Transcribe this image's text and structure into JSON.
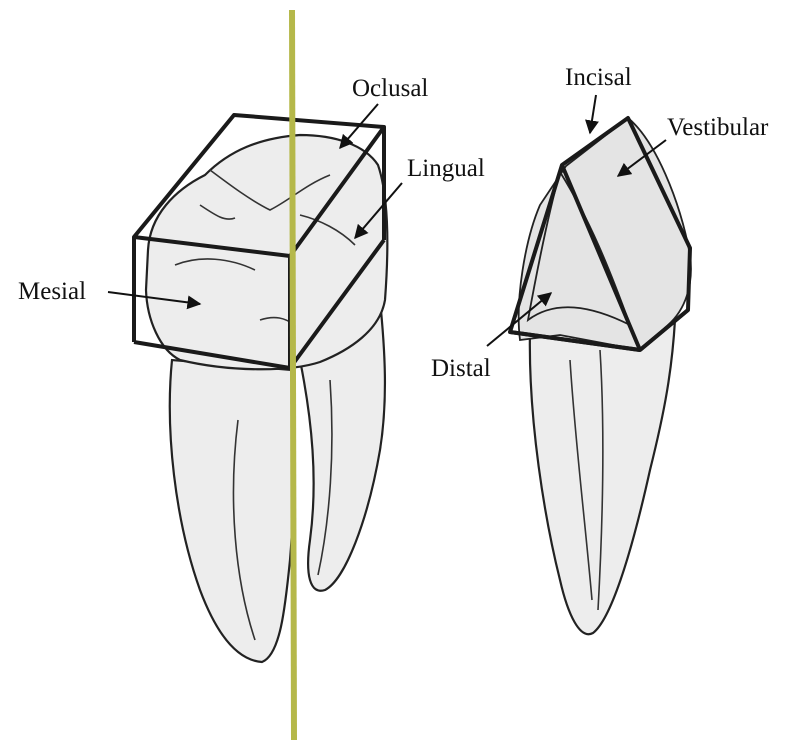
{
  "labels": {
    "oclusal": "Oclusal",
    "lingual": "Lingual",
    "mesial": "Mesial",
    "incisal": "Incisal",
    "vestibular": "Vestibular",
    "distal": "Distal"
  },
  "colors": {
    "divider_line": "#b5b84a",
    "outline": "#1a1a1a",
    "tooth_fill": "#ececec"
  }
}
